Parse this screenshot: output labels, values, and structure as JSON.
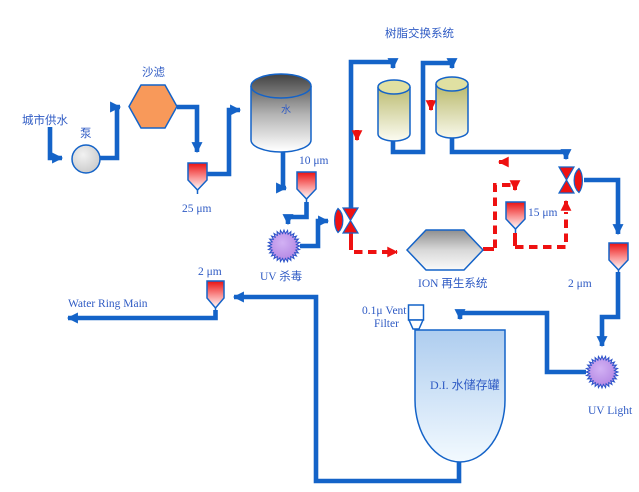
{
  "diagram": {
    "title": "树脂交换系统",
    "labels": {
      "city_water": "城市供水",
      "pump": "泵",
      "sand_filter": "沙滤",
      "filter_25": "25 μm",
      "filter_10": "10 μm",
      "uv_sterilizer": "UV 杀毒",
      "resin_system_title": "树脂交换系统",
      "filter_15": "15 μm",
      "ion_regen": "ION 再生系统",
      "filter_2_right": "2 μm",
      "uv_light": "UV Light",
      "vent_filter_line1": "0.1μ Vent",
      "vent_filter_line2": "Filter",
      "di_tank": "D.I. 水储存罐",
      "filter_2_left": "2 μm",
      "water_ring_main": "Water Ring Main",
      "tank_inlet_mark": "水"
    },
    "colors": {
      "pipe_blue": "#1463c8",
      "regen_red": "#ee1111",
      "label_blue": "#2f5bc4",
      "sand_orange": "#f8995a",
      "uv_purple": "#b68ae4"
    }
  }
}
